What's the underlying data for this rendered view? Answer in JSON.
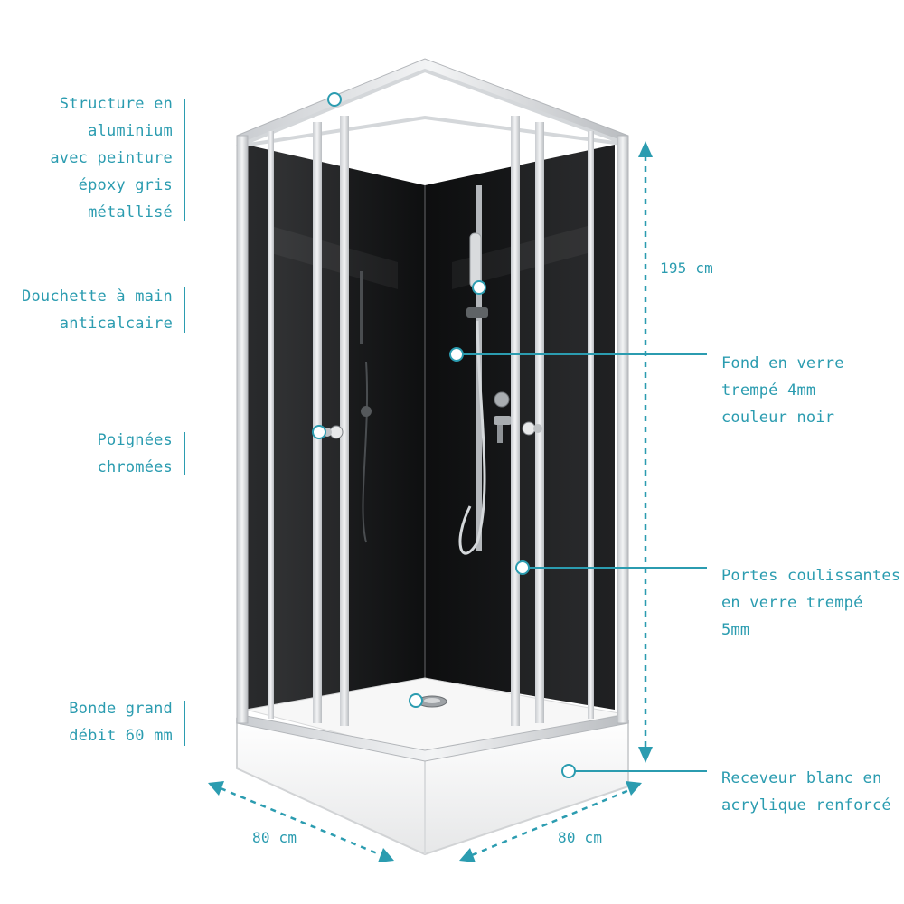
{
  "colors": {
    "accent": "#2b9cb0",
    "frame": "#d4d7da",
    "glass_dark": "#151617",
    "tray": "#f4f4f4"
  },
  "callouts": {
    "structure": [
      "Structure en",
      "aluminium",
      "avec peinture",
      "époxy gris",
      "métallisé"
    ],
    "douchette": [
      "Douchette à main",
      "anticalcaire"
    ],
    "poignees": [
      "Poignées",
      "chromées"
    ],
    "bonde": [
      "Bonde grand",
      "débit 60 mm"
    ],
    "fond": [
      "Fond en verre",
      "trempé 4mm",
      "couleur noir"
    ],
    "portes": [
      "Portes coulissantes",
      "en verre trempé",
      "5mm"
    ],
    "receveur": [
      "Receveur blanc en",
      "acrylique renforcé"
    ]
  },
  "dimensions": {
    "height": "195 cm",
    "width_left": "80 cm",
    "width_right": "80 cm"
  }
}
